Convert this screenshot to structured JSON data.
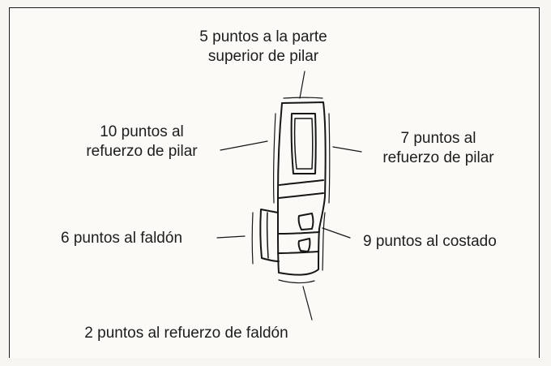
{
  "labels": {
    "top": [
      "5 puntos a la parte",
      "superior de pilar"
    ],
    "left_upper": [
      "10 puntos al",
      "refuerzo de pilar"
    ],
    "right_upper": [
      "7 puntos al",
      "refuerzo de pilar"
    ],
    "left_lower": "6 puntos al faldón",
    "right_lower": "9 puntos al costado",
    "bottom": "2 puntos al refuerzo de faldón"
  }
}
